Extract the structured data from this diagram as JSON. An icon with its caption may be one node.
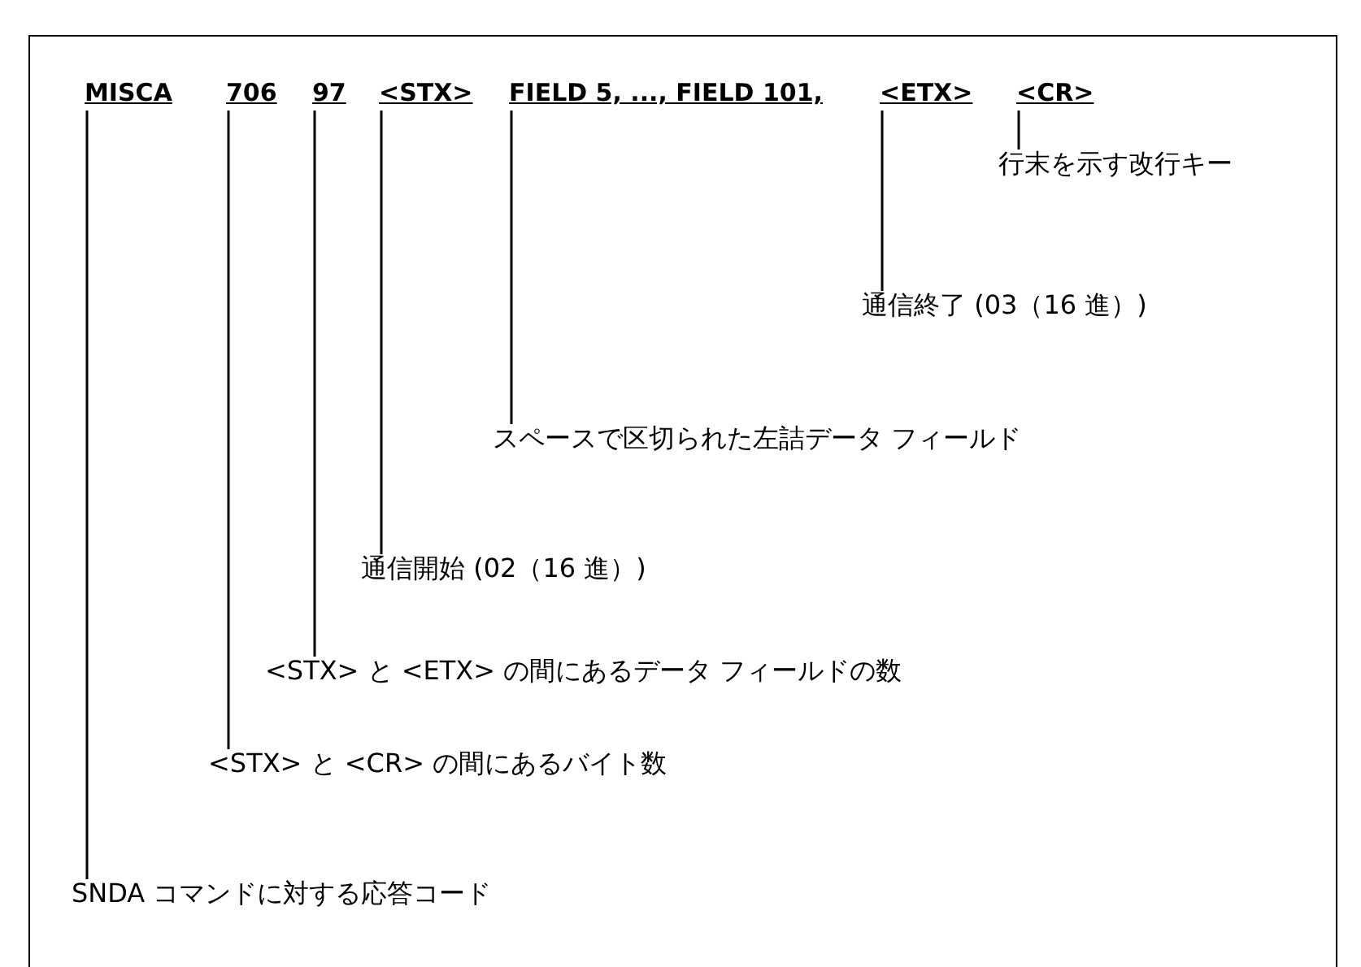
{
  "diagram": {
    "nodes": [
      {
        "text": [
          "MISCA"
        ]
      },
      {
        "text": [
          "706"
        ]
      },
      {
        "text": [
          "97"
        ]
      },
      {
        "text": [
          "<STX>"
        ]
      },
      {
        "text": [
          "FIELD 5, ..., FIELD 101,"
        ]
      },
      {
        "text": [
          "<ETX>"
        ]
      },
      {
        "text": [
          "<CR>"
        ]
      },
      {
        "text": [
          "行末を示す改行キー"
        ]
      },
      {
        "text": [
          "通信終了 (03（16 進）)"
        ]
      },
      {
        "text": [
          "スペースで区切られた左詰データ フィールド"
        ]
      },
      {
        "text": [
          "通信開始 (02（16 進）)"
        ]
      },
      {
        "text": [
          "<STX> と <ETX> の間にあるデータ フィールドの数"
        ]
      },
      {
        "text": [
          "<STX> と <CR> の間にあるバイト数"
        ]
      },
      {
        "text": [
          "SNDA コマンドに対する応答コード"
        ]
      }
    ],
    "edges": [
      {
        "from": 7,
        "to": 6,
        "arrow": "none"
      },
      {
        "from": 8,
        "to": 5,
        "arrow": "none"
      },
      {
        "from": 9,
        "to": 4,
        "arrow": "none"
      },
      {
        "from": 10,
        "to": 3,
        "arrow": "none"
      },
      {
        "from": 11,
        "to": 2,
        "arrow": "none"
      },
      {
        "from": 12,
        "to": 1,
        "arrow": "none"
      },
      {
        "from": 13,
        "to": 0,
        "arrow": "none"
      }
    ]
  }
}
